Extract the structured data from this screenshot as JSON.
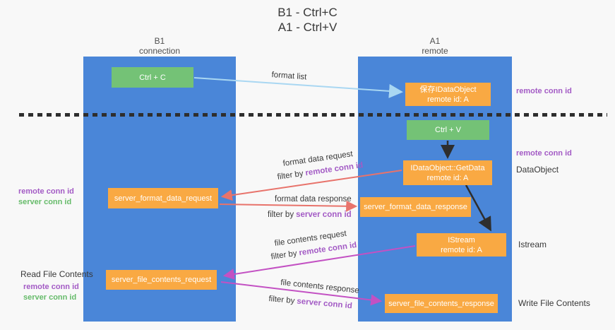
{
  "title": {
    "line1": "B1 - Ctrl+C",
    "line2": "A1 - Ctrl+V"
  },
  "columns": {
    "left": {
      "name": "B1",
      "subtitle": "connection"
    },
    "right": {
      "name": "A1",
      "subtitle": "remote"
    }
  },
  "nodes": {
    "ctrl_c": {
      "label": "Ctrl + C"
    },
    "save_obj": {
      "line1": "保存IDataObject",
      "line2": "remote id: A"
    },
    "ctrl_v": {
      "label": "Ctrl + V"
    },
    "getdata": {
      "line1": "IDataObject::GetData",
      "line2": "remote id: A"
    },
    "format_request": {
      "label": "server_format_data_request"
    },
    "format_response": {
      "label": "server_format_data_response"
    },
    "istream": {
      "line1": "IStream",
      "line2": "remote id: A"
    },
    "file_request": {
      "label": "server_file_contents_request"
    },
    "file_response": {
      "label": "server_file_contents_response"
    }
  },
  "messages": {
    "format_list": {
      "label": "format list"
    },
    "format_data_request": {
      "label": "format data request",
      "filter_prefix": "filter by",
      "filter_key": "remote conn id"
    },
    "format_data_response": {
      "label": "format data response",
      "filter_prefix": "filter by",
      "filter_key": "server conn id"
    },
    "file_contents_request": {
      "label": "file contents request",
      "filter_prefix": "filter by",
      "filter_key": "remote conn id"
    },
    "file_contents_response": {
      "label": "file contents response",
      "filter_prefix": "filter by",
      "filter_key": "server conn id"
    }
  },
  "side_labels": {
    "right_remote_conn_id_1": "remote conn id",
    "right_remote_conn_id_2": "remote conn id",
    "dataobject": "DataObject",
    "istream": "Istream",
    "write_file_contents": "Write File Contents",
    "left_remote_conn_id_1": "remote conn id",
    "left_server_conn_id_1": "server conn id",
    "read_file_contents": "Read File Contents",
    "left_remote_conn_id_2": "remote conn id",
    "left_server_conn_id_2": "server conn id"
  },
  "colors": {
    "lifeline_blue": "#4a86d8",
    "box_green": "#74c276",
    "box_orange": "#f9a943",
    "arrow_salmon": "#e8736b",
    "arrow_magenta": "#c351c3",
    "arrow_lightblue": "#a9d7f2",
    "arrow_black": "#2e2e2e",
    "text_purple": "#a35bc5",
    "text_green": "#66bb6a"
  }
}
